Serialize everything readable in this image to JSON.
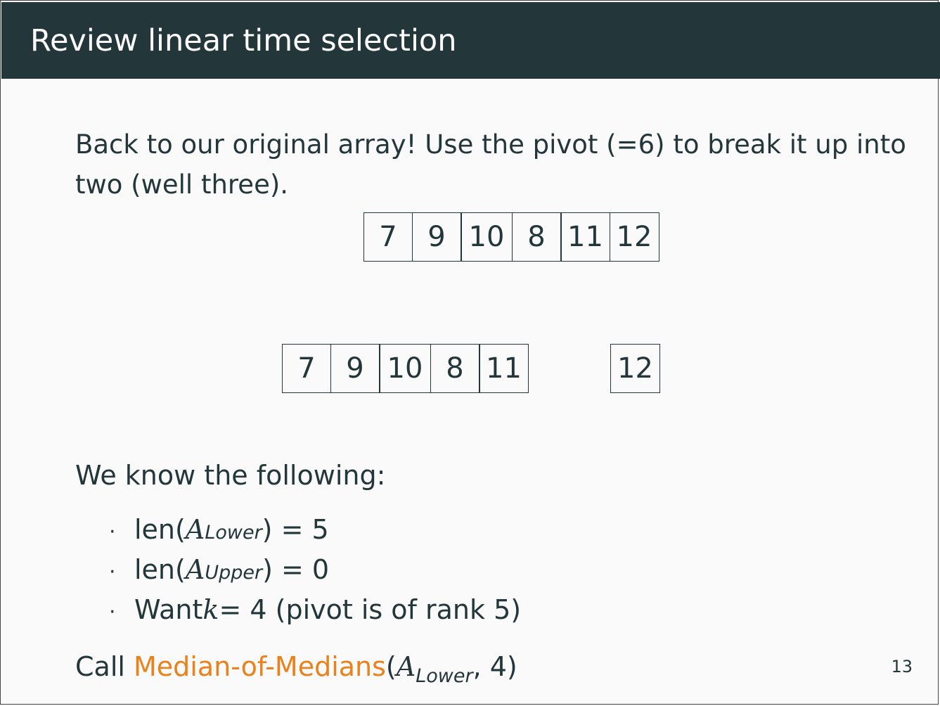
{
  "slide": {
    "title": "Review linear time selection",
    "page_number": "13"
  },
  "intro": {
    "line1": "Back to our original array! Use the pivot (=6) to break it up into",
    "line2": "two (well three)."
  },
  "arrays": {
    "original": [
      "7",
      "9",
      "10",
      "8",
      "11",
      "12"
    ],
    "lower": [
      "7",
      "9",
      "10",
      "8",
      "11"
    ],
    "upper": [
      "12"
    ]
  },
  "facts": {
    "heading": "We know the following:",
    "bullets": [
      {
        "prefix": "len(",
        "var": "A",
        "sub": "Lower",
        "suffix": ") = 5"
      },
      {
        "prefix": "len(",
        "var": "A",
        "sub": "Upper",
        "suffix": ") = 0"
      },
      {
        "prefix": "Want ",
        "var": "k",
        "sub": "",
        "suffix": " = 4 (pivot is of rank 5)"
      }
    ]
  },
  "call": {
    "prefix": "Call ",
    "function": "Median-of-Medians",
    "open": "(",
    "var": "A",
    "sub": "Lower",
    "args_rest": ", 4)"
  },
  "colors": {
    "title_bar": "#23373b",
    "text": "#23373b",
    "accent": "#eb811b",
    "background": "#fafafa"
  }
}
